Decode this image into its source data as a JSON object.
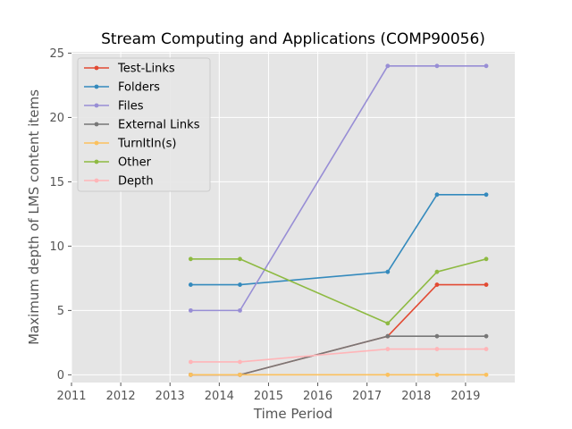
{
  "chart_data": {
    "type": "line",
    "title": "Stream Computing and Applications (COMP90056)",
    "xlabel": "Time Period",
    "ylabel": "Maximum depth of LMS content items",
    "xlim": [
      2011,
      2020
    ],
    "ylim": [
      -0.6,
      25.1
    ],
    "x_ticks": [
      "2011",
      "2012",
      "2013",
      "2014",
      "2015",
      "2016",
      "2017",
      "2018",
      "2019"
    ],
    "y_ticks": [
      "0",
      "5",
      "10",
      "15",
      "20",
      "25"
    ],
    "grid": true,
    "legend_position": "upper-left",
    "background_color": "#e5e5e5",
    "x": [
      2013.42,
      2014.42,
      2017.42,
      2018.42,
      2019.42
    ],
    "series": [
      {
        "name": "Test-Links",
        "color": "#e24a33",
        "values": [
          0,
          0,
          3,
          7,
          7
        ]
      },
      {
        "name": "Folders",
        "color": "#348abd",
        "values": [
          7,
          7,
          8,
          14,
          14
        ]
      },
      {
        "name": "Files",
        "color": "#988ed5",
        "values": [
          5,
          5,
          24,
          24,
          24
        ]
      },
      {
        "name": "External Links",
        "color": "#777777",
        "values": [
          0,
          0,
          3,
          3,
          3
        ]
      },
      {
        "name": "TurnItIn(s)",
        "color": "#fbc15e",
        "values": [
          0,
          0,
          0,
          0,
          0
        ]
      },
      {
        "name": "Other",
        "color": "#8eba42",
        "values": [
          9,
          9,
          4,
          8,
          9
        ]
      },
      {
        "name": "Depth",
        "color": "#ffb5b8",
        "values": [
          1,
          1,
          2,
          2,
          2
        ]
      }
    ]
  }
}
